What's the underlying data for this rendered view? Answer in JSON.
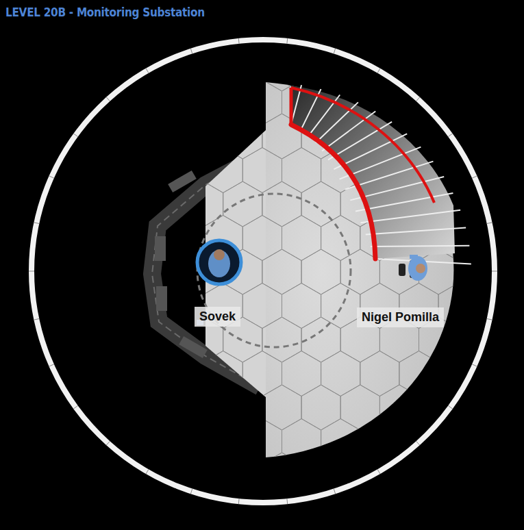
{
  "diagram": {
    "title": "LEVEL 20B - Monitoring Substation",
    "nodes": [
      {
        "text": [
          "Sovek"
        ]
      },
      {
        "text": [
          "Nigel Pomilla"
        ]
      }
    ]
  }
}
